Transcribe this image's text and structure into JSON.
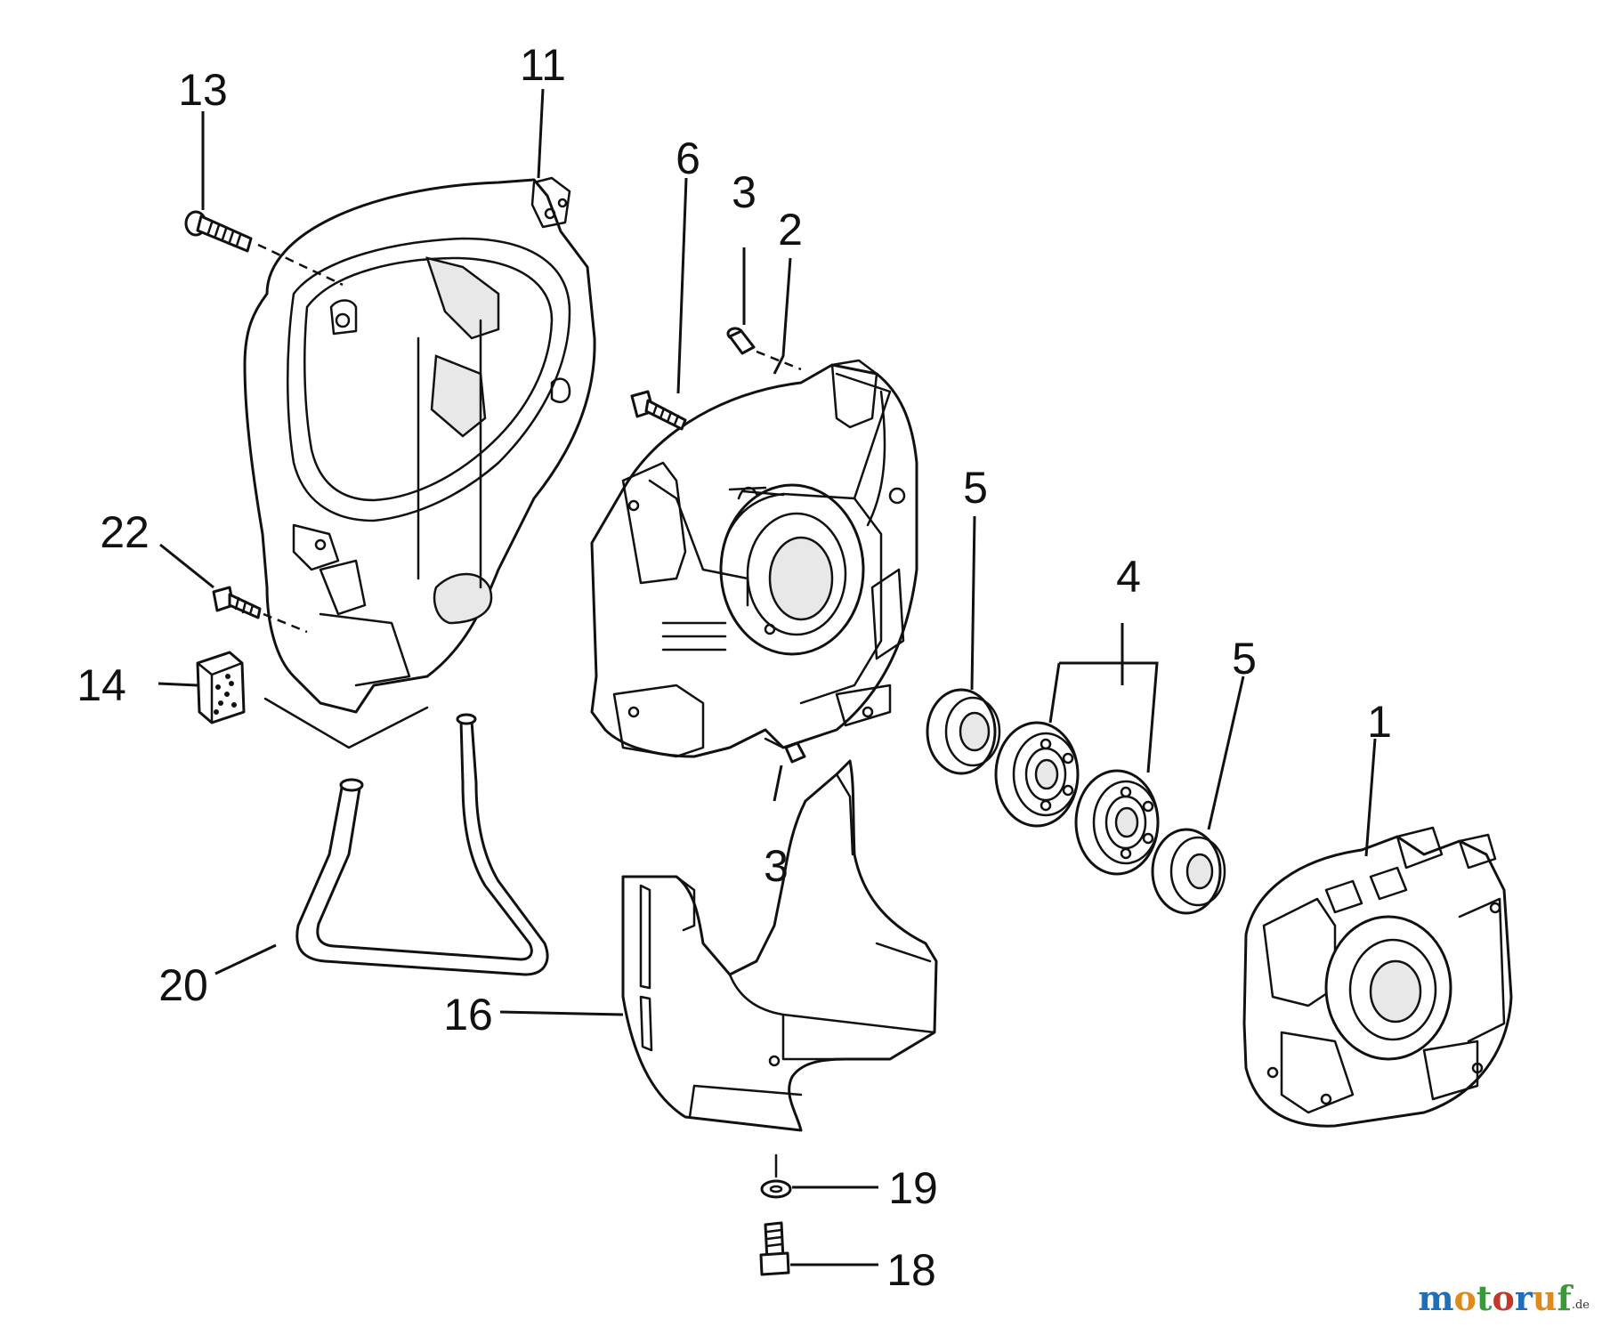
{
  "callouts": {
    "c13": "13",
    "c11": "11",
    "c6": "6",
    "c3a": "3",
    "c2": "2",
    "c5a": "5",
    "c4": "4",
    "c5b": "5",
    "c1": "1",
    "c22": "22",
    "c14": "14",
    "c3b": "3",
    "c20": "20",
    "c16": "16",
    "c19": "19",
    "c18": "18"
  },
  "brand": {
    "letters": [
      "m",
      "o",
      "t",
      "o",
      "r",
      "u",
      "f"
    ],
    "suffix": ".de",
    "colors": [
      "#1f6fb8",
      "#e08a1e",
      "#3a9a3a",
      "#c0392b",
      "#1f6fb8",
      "#e08a1e",
      "#3a9a3a"
    ]
  }
}
